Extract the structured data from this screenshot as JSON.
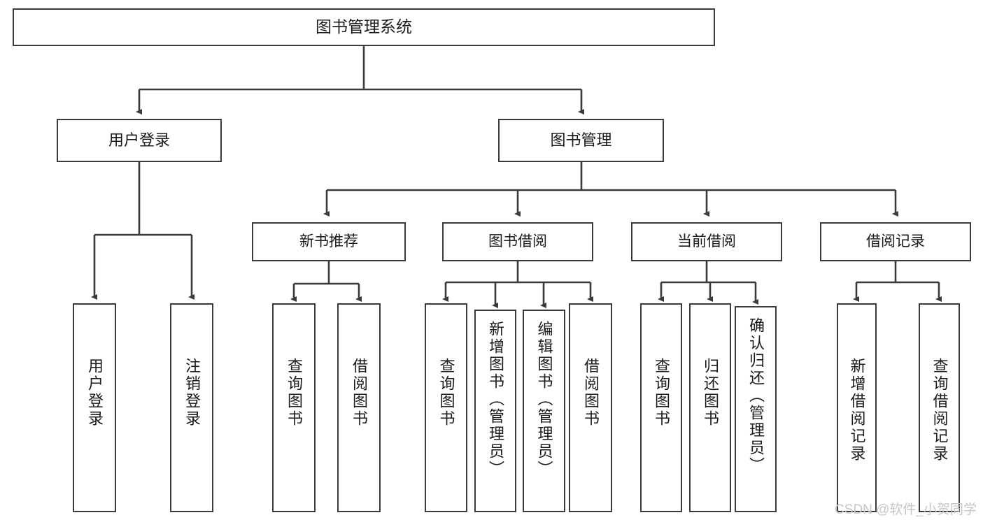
{
  "diagram": {
    "title": "图书管理系统",
    "type": "hierarchy-tree",
    "watermark": "CSDN @软件_小贺同学",
    "colors": {
      "box_border": "#3a3a3a",
      "box_fill": "#ffffff",
      "connector": "#3a3a3a",
      "text": "#1b1b1b",
      "watermark": "#c6c6c6"
    },
    "nodes": {
      "root": {
        "label": "图书管理系统",
        "level": 1
      },
      "l2": [
        {
          "id": "user-login",
          "label": "用户登录",
          "level": 2
        },
        {
          "id": "book-management",
          "label": "图书管理",
          "level": 2
        }
      ],
      "l3": [
        {
          "id": "new-book-recommend",
          "label": "新书推荐",
          "level": 3,
          "parent": "book-management"
        },
        {
          "id": "book-borrow",
          "label": "图书借阅",
          "level": 3,
          "parent": "book-management"
        },
        {
          "id": "current-borrow",
          "label": "当前借阅",
          "level": 3,
          "parent": "book-management"
        },
        {
          "id": "borrow-record",
          "label": "借阅记录",
          "level": 3,
          "parent": "book-management"
        }
      ],
      "leaves": [
        {
          "id": "leaf-user-login",
          "label": "用户登录",
          "parent": "user-login"
        },
        {
          "id": "leaf-logout-login",
          "label": "注销登录",
          "parent": "user-login"
        },
        {
          "id": "leaf-query-book-1",
          "label": "查询图书",
          "parent": "new-book-recommend"
        },
        {
          "id": "leaf-borrow-book-1",
          "label": "借阅图书",
          "parent": "new-book-recommend"
        },
        {
          "id": "leaf-query-book-2",
          "label": "查询图书",
          "parent": "book-borrow"
        },
        {
          "id": "leaf-add-book",
          "label": "新增图书（管理员）",
          "parent": "book-borrow"
        },
        {
          "id": "leaf-edit-book",
          "label": "编辑图书（管理员）",
          "parent": "book-borrow"
        },
        {
          "id": "leaf-borrow-book-2",
          "label": "借阅图书",
          "parent": "book-borrow"
        },
        {
          "id": "leaf-query-book-3",
          "label": "查询图书",
          "parent": "current-borrow"
        },
        {
          "id": "leaf-return-book",
          "label": "归还图书",
          "parent": "current-borrow"
        },
        {
          "id": "leaf-confirm-return",
          "label": "确认归还（管理员）",
          "parent": "current-borrow"
        },
        {
          "id": "leaf-add-record",
          "label": "新增借阅记录",
          "parent": "borrow-record"
        },
        {
          "id": "leaf-query-record",
          "label": "查询借阅记录",
          "parent": "borrow-record"
        }
      ]
    }
  }
}
